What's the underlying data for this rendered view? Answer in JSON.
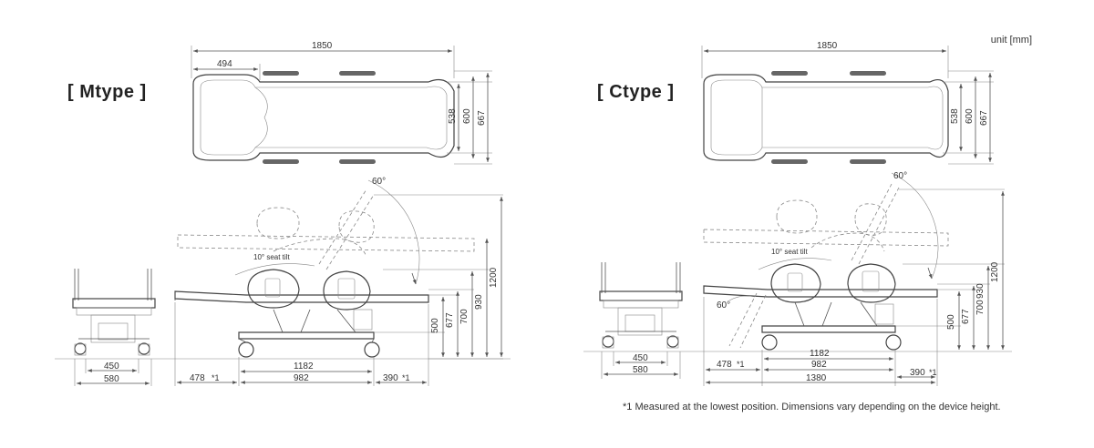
{
  "labels": {
    "m_type": "[ Mtype ]",
    "c_type": "[ Ctype ]",
    "unit": "unit [mm]",
    "footnote": "*1 Measured at the lowest position. Dimensions vary depending on the device height."
  },
  "m_type": {
    "top_length": "1850",
    "top_section": "494",
    "top_w1": "538",
    "top_w2": "600",
    "top_w3": "667",
    "angle": "60°",
    "seat_tilt": "10° seat tilt",
    "h1": "500",
    "h2": "677",
    "h3": "700",
    "h4": "930",
    "h5": "1200",
    "front_w1": "450",
    "front_w2": "580",
    "side_total": "1182",
    "side_left": "478",
    "side_left_note": "*1",
    "side_mid": "982",
    "side_right": "390",
    "side_right_note": "*1"
  },
  "c_type": {
    "top_length": "1850",
    "top_w1": "538",
    "top_w2": "600",
    "top_w3": "667",
    "angle_top": "60°",
    "angle_leg": "60°",
    "seat_tilt": "10° seat tilt",
    "h1": "500",
    "h2": "677",
    "h3": "700",
    "h4": "930",
    "h5": "1200",
    "front_w1": "450",
    "front_w2": "580",
    "side_total": "1182",
    "side_left": "478",
    "side_left_note": "*1",
    "side_mid": "982",
    "side_bottom": "1380",
    "side_right": "390",
    "side_right_note": "*1"
  }
}
